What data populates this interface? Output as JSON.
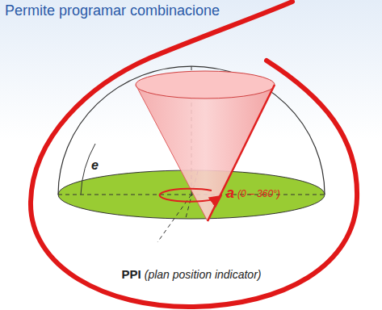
{
  "diagram": {
    "labels": [
      "Permite programar combinacione",
      "e",
      "a",
      "(0 – 360°)",
      "PPI",
      "(plan position indicator)"
    ]
  }
}
